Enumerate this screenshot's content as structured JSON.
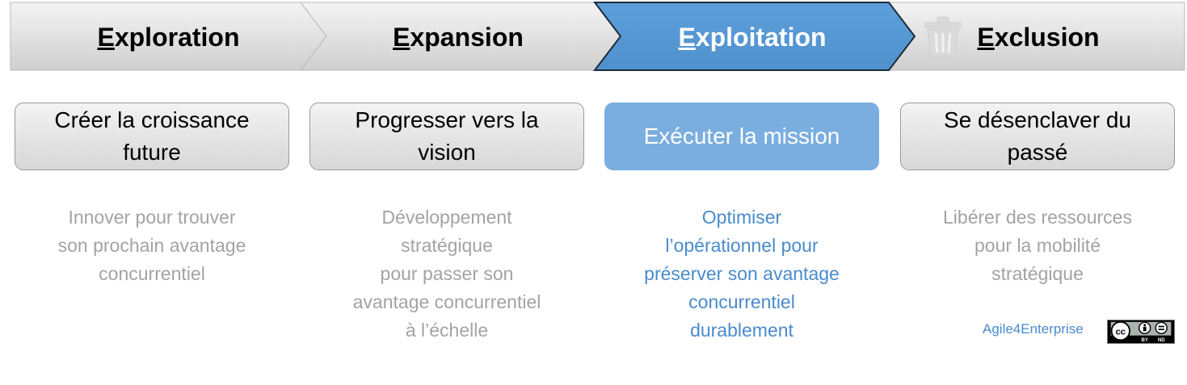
{
  "phases": [
    {
      "first": "E",
      "rest": "xploration",
      "active": false
    },
    {
      "first": "E",
      "rest": "xpansion",
      "active": false
    },
    {
      "first": "E",
      "rest": "xploitation",
      "active": true
    },
    {
      "first": "E",
      "rest": "xclusion",
      "active": false
    }
  ],
  "cards": [
    {
      "lines": [
        "Créer la croissance",
        "future"
      ]
    },
    {
      "lines": [
        "Progresser vers la",
        "vision"
      ]
    },
    {
      "lines": [
        "Exécuter la mission"
      ]
    },
    {
      "lines": [
        "Se désenclaver du",
        "passé"
      ]
    }
  ],
  "descriptions": [
    {
      "lines": [
        "Innover pour trouver",
        "son prochain avantage",
        "concurrentiel"
      ]
    },
    {
      "lines": [
        "Développement",
        "stratégique",
        "pour passer son",
        "avantage concurrentiel",
        "à l’échelle"
      ]
    },
    {
      "lines": [
        "Optimiser",
        "l’opérationnel pour",
        "préserver son avantage",
        "concurrentiel",
        "durablement"
      ]
    },
    {
      "lines": [
        "Libérer des ressources",
        "pour la mobilité",
        "stratégique"
      ]
    }
  ],
  "credit": "Agile4Enterprise",
  "license_badge": {
    "icons": [
      "creative-commons-icon",
      "attribution-icon",
      "no-derivatives-icon"
    ],
    "labels": [
      "BY",
      "ND"
    ]
  },
  "colors": {
    "active_fill": "#5b9bd5",
    "active_card": "#7aaedf",
    "active_text": "#4a8bcc",
    "inactive_text": "#a3a3a3"
  }
}
